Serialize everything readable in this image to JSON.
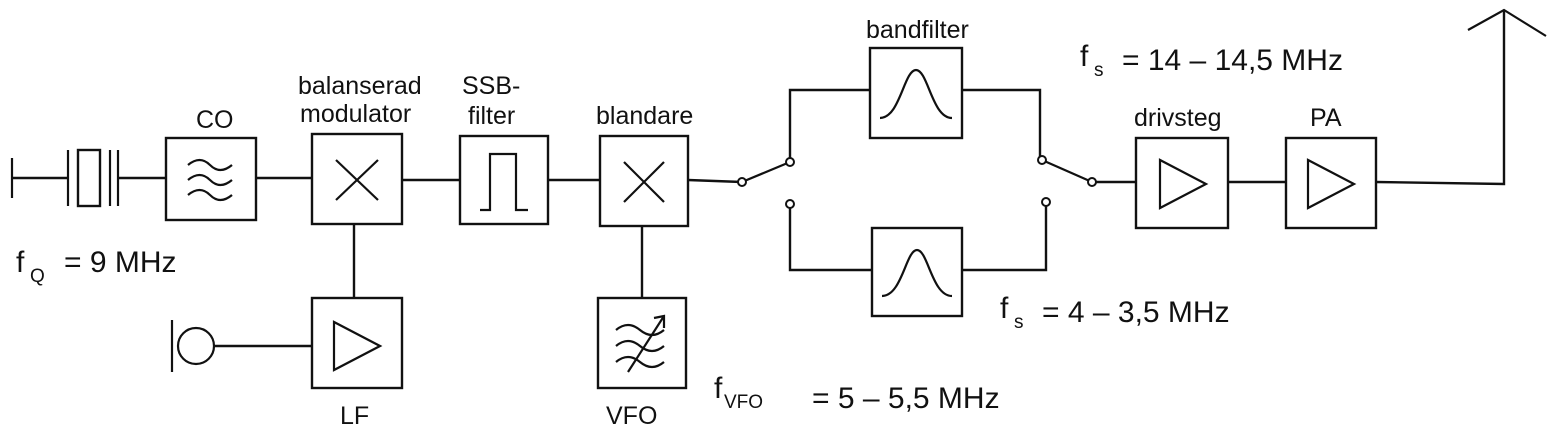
{
  "blocks": {
    "co": "CO",
    "mod_line1": "balanserad",
    "mod_line2": "modulator",
    "ssb_line1": "SSB-",
    "ssb_line2": "filter",
    "mixer": "blandare",
    "lf": "LF",
    "vfo": "VFO",
    "bandfilter": "bandfilter",
    "driver": "drivsteg",
    "pa": "PA"
  },
  "freqs": {
    "fq_f": "f",
    "fq_sub": "Q",
    "fq_val": "= 9 MHz",
    "fvfo_f": "f",
    "fvfo_sub": "VFO",
    "fvfo_val": "= 5 – 5,5 MHz",
    "fs_high_f": "f",
    "fs_high_sub": "s",
    "fs_high_val": "= 14 – 14,5 MHz",
    "fs_low_f": "f",
    "fs_low_sub": "s",
    "fs_low_val": "= 4 – 3,5 MHz"
  }
}
